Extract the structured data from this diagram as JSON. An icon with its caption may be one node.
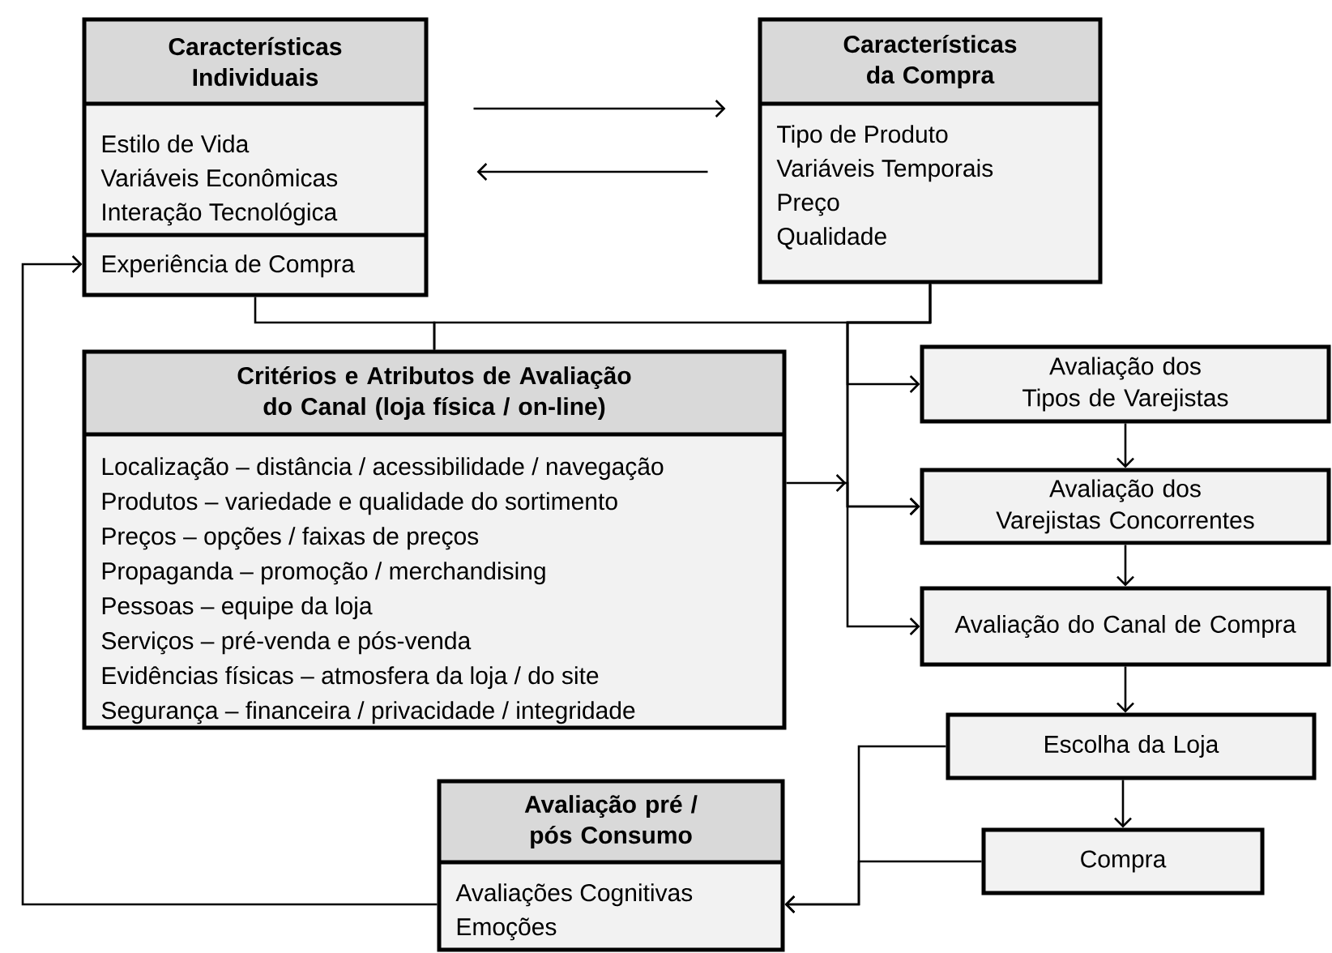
{
  "diagram": {
    "nodes": [
      {
        "text": [
          "Características Individuais",
          "Estilo de Vida",
          "Variáveis Econômicas",
          "Interação Tecnológica",
          "Experiência de Compra"
        ]
      },
      {
        "text": [
          "Características da Compra",
          "Tipo de Produto",
          "Variáveis Temporais",
          "Preço",
          "Qualidade"
        ]
      },
      {
        "text": [
          "Critérios e Atributos de Avaliação do Canal (loja física / on-line)",
          "Localização – distância / acessibilidade / navegação",
          "Produtos – variedade e qualidade do sortimento",
          "Preços – opções / faixas de preços",
          "Propaganda – promoção / merchandising",
          "Pessoas – equipe da loja",
          "Serviços – pré-venda e pós-venda",
          "Evidências físicas – atmosfera da loja / do site",
          "Segurança – financeira / privacidade / integridade"
        ]
      },
      {
        "text": [
          "Avaliação dos Tipos de Varejistas"
        ]
      },
      {
        "text": [
          "Avaliação dos Varejistas Concorrentes"
        ]
      },
      {
        "text": [
          "Avaliação do Canal de Compra"
        ]
      },
      {
        "text": [
          "Escolha da Loja"
        ]
      },
      {
        "text": [
          "Compra"
        ]
      },
      {
        "text": [
          "Avaliação pré / pós Consumo",
          "Avaliações Cognitivas",
          "Emoções"
        ]
      }
    ],
    "edges": [
      {
        "from": 0,
        "to": 1,
        "arrow": "to"
      },
      {
        "from": 1,
        "to": 0,
        "arrow": "to"
      },
      {
        "from": 0,
        "to": 2,
        "arrow": "none"
      },
      {
        "from": 1,
        "to": 2,
        "arrow": "none"
      },
      {
        "from": 1,
        "to": 3,
        "arrow": "to"
      },
      {
        "from": 1,
        "to": 4,
        "arrow": "to"
      },
      {
        "from": 1,
        "to": 5,
        "arrow": "to"
      },
      {
        "from": 2,
        "to": 4,
        "arrow": "to"
      },
      {
        "from": 3,
        "to": 4,
        "arrow": "to"
      },
      {
        "from": 4,
        "to": 5,
        "arrow": "to"
      },
      {
        "from": 5,
        "to": 6,
        "arrow": "to"
      },
      {
        "from": 6,
        "to": 7,
        "arrow": "to"
      },
      {
        "from": 6,
        "to": 8,
        "arrow": "to"
      },
      {
        "from": 7,
        "to": 8,
        "arrow": "to"
      },
      {
        "from": 8,
        "to": 0,
        "arrow": "to"
      }
    ]
  }
}
